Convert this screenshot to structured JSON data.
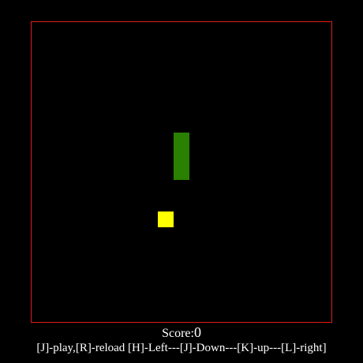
{
  "game": {
    "grid_cols": 19,
    "grid_rows": 19,
    "snake": [
      {
        "col": 9,
        "row": 7
      },
      {
        "col": 9,
        "row": 8
      },
      {
        "col": 9,
        "row": 9
      }
    ],
    "food": {
      "col": 8,
      "row": 12
    },
    "colors": {
      "border": "#e11b1b",
      "snake": "#2a8000",
      "food": "#ffff00",
      "background": "#000000",
      "text": "#ffffff"
    }
  },
  "score": {
    "label": "Score:",
    "value": "0"
  },
  "controls": {
    "text": "[J]-play,[R]-reload [H]-Left---[J]-Down---[K]-up---[L]-right]"
  }
}
